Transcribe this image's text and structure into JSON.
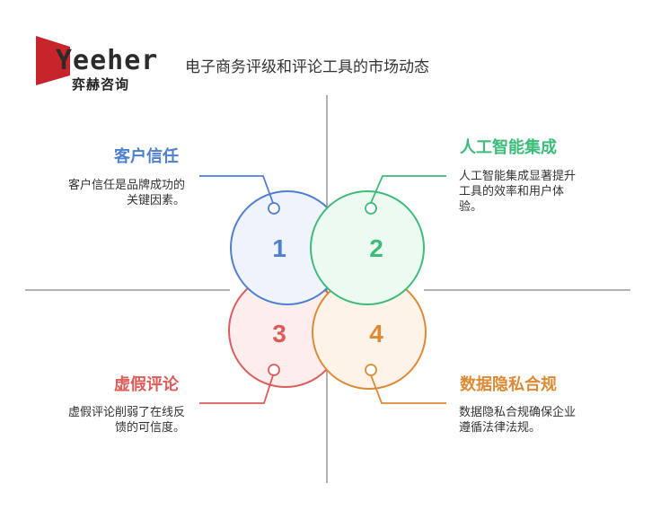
{
  "brand": {
    "name": "Yeeher",
    "subtitle": "弈赫咨询",
    "colors": {
      "logo_red": "#c8242b",
      "logo_text": "#2b2b2b"
    }
  },
  "title": "电子商务评级和评论工具的市场动态",
  "quadrants": [
    {
      "number": "1",
      "heading": "客户信任",
      "description_lines": [
        "客户信任是品牌成功的",
        "关键因素。"
      ],
      "color": "#4f7fcf",
      "fill": "#eef3fc"
    },
    {
      "number": "2",
      "heading": "人工智能集成",
      "description_lines": [
        "人工智能集成显著提升",
        "工具的效率和用户体",
        "验。"
      ],
      "color": "#3dbb7a",
      "fill": "#ecfaf1"
    },
    {
      "number": "3",
      "heading": "虚假评论",
      "description_lines": [
        "虚假评论削弱了在线反",
        "馈的可信度。"
      ],
      "color": "#dc5c5a",
      "fill": "#fdeeed"
    },
    {
      "number": "4",
      "heading": "数据隐私合规",
      "description_lines": [
        "数据隐私合规确保企业",
        "遵循法律法规。"
      ],
      "color": "#dd8a35",
      "fill": "#fdf3e8"
    }
  ]
}
